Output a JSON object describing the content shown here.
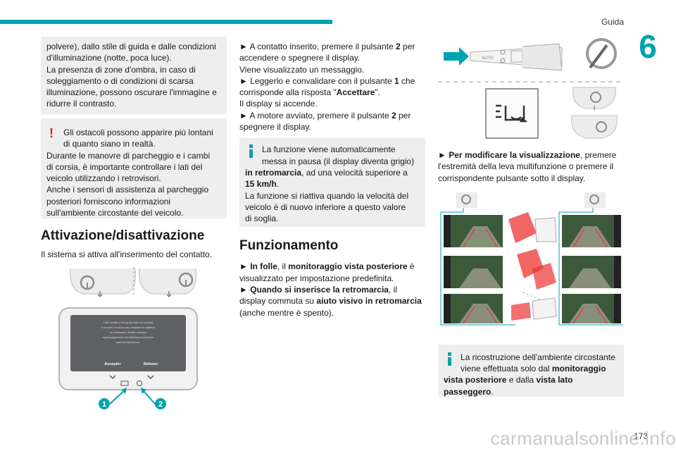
{
  "header": {
    "section_name": "Guida",
    "chapter_number": "6"
  },
  "footer": {
    "page_number": "173",
    "watermark": "carmanualsonline.info"
  },
  "col1": {
    "box1_lines": [
      "polvere), dallo stile di guida e dalle condizioni",
      "d'illuminazione (notte, poca luce).",
      "La presenza di zone d'ombra, in caso di",
      "soleggiamento o di condizioni di scarsa",
      "illuminazione, possono oscurare l'immagine e",
      "ridurre il contrasto."
    ],
    "warn_mark": "!",
    "warn_lines_indented": [
      "Gli ostacoli possono apparire più lontani",
      "di quanto siano in realtà."
    ],
    "warn_lines": [
      "Durante le manovre di parcheggio e i cambi",
      "di corsia, è importante controllare i lati del",
      "veicolo utilizzando i retrovisori.",
      "Anche i sensori di assistenza al parcheggio",
      "posteriori forniscono informazioni",
      "sull'ambiente circostante del veicolo."
    ],
    "heading": "Attivazione/disattivazione",
    "intro": "Il sistema si attiva all'inserimento del contatto.",
    "figure": {
      "screen_text": [
        "Cette fonction n'est qu'une aide à la conduite",
        "et ne peut, en aucun cas, remplacer la vigilance",
        "du conducteur. Veuillez contrôler",
        "systématiquement vos rétroviseurs extérieurs",
        "avant de manoeuvrer."
      ],
      "accept_label": "Accepter",
      "refuse_label": "Refuser",
      "callout_1": "1",
      "callout_2": "2"
    }
  },
  "col2": {
    "p1": {
      "a1": "► A contatto inserito, premere il pulsante ",
      "a2": "2",
      "a3": " per",
      "b": "accendere o spegnere il display.",
      "c": "Viene visualizzato un messaggio.",
      "d1": "► Leggerlo e convalidare con il pulsante ",
      "d2": "1",
      "d3": " che",
      "e1": "corrisponde alla risposta \"",
      "e2": "Accettare",
      "e3": "\".",
      "f": "Il display si accende.",
      "g1": "► A motore avviato, premere il pulsante ",
      "g2": "2",
      "g3": " per",
      "h": "spegnere il display."
    },
    "info1": {
      "l1": "La funzione viene automaticamente",
      "l2": "messa in pausa (il display diventa grigio)",
      "l3a": "in retromarcia",
      "l3b": ", ad una velocità superiore a",
      "l4a": "15 km/h",
      "l4b": ".",
      "l5": "La funzione si riattiva quando la velocità del",
      "l6": "veicolo è di nuovo inferiore a questo valore",
      "l7": "di soglia."
    },
    "heading": "Funzionamento",
    "p2": {
      "a1": "► ",
      "a2": "In folle",
      "a3": ", il ",
      "a4": "monitoraggio vista posteriore",
      "a5": " è",
      "b": "visualizzato per impostazione predefinita.",
      "c1": "► ",
      "c2": "Quando si inserisce la retromarcia",
      "c3": ", il",
      "d1": "display commuta su ",
      "d2": "aiuto visivo in retromarcia",
      "e": "(anche mentre è spento)."
    }
  },
  "col3": {
    "stalk_label": "AUTO",
    "p1": {
      "a1": "► ",
      "a2": "Per modificare la visualizzazione",
      "a3": ", premere",
      "b": "l'estremità della leva multifunzione o premere il",
      "c": "corrispondente pulsante sotto il display."
    },
    "info1": {
      "l1": "La ricostruzione dell'ambiente circostante",
      "l2a": "viene effettuata solo dal ",
      "l2b": "monitoraggio",
      "l3a": "vista posteriore",
      "l3b": " e dalla ",
      "l3c": "vista lato",
      "l4a": "passeggero",
      "l4b": "."
    }
  }
}
